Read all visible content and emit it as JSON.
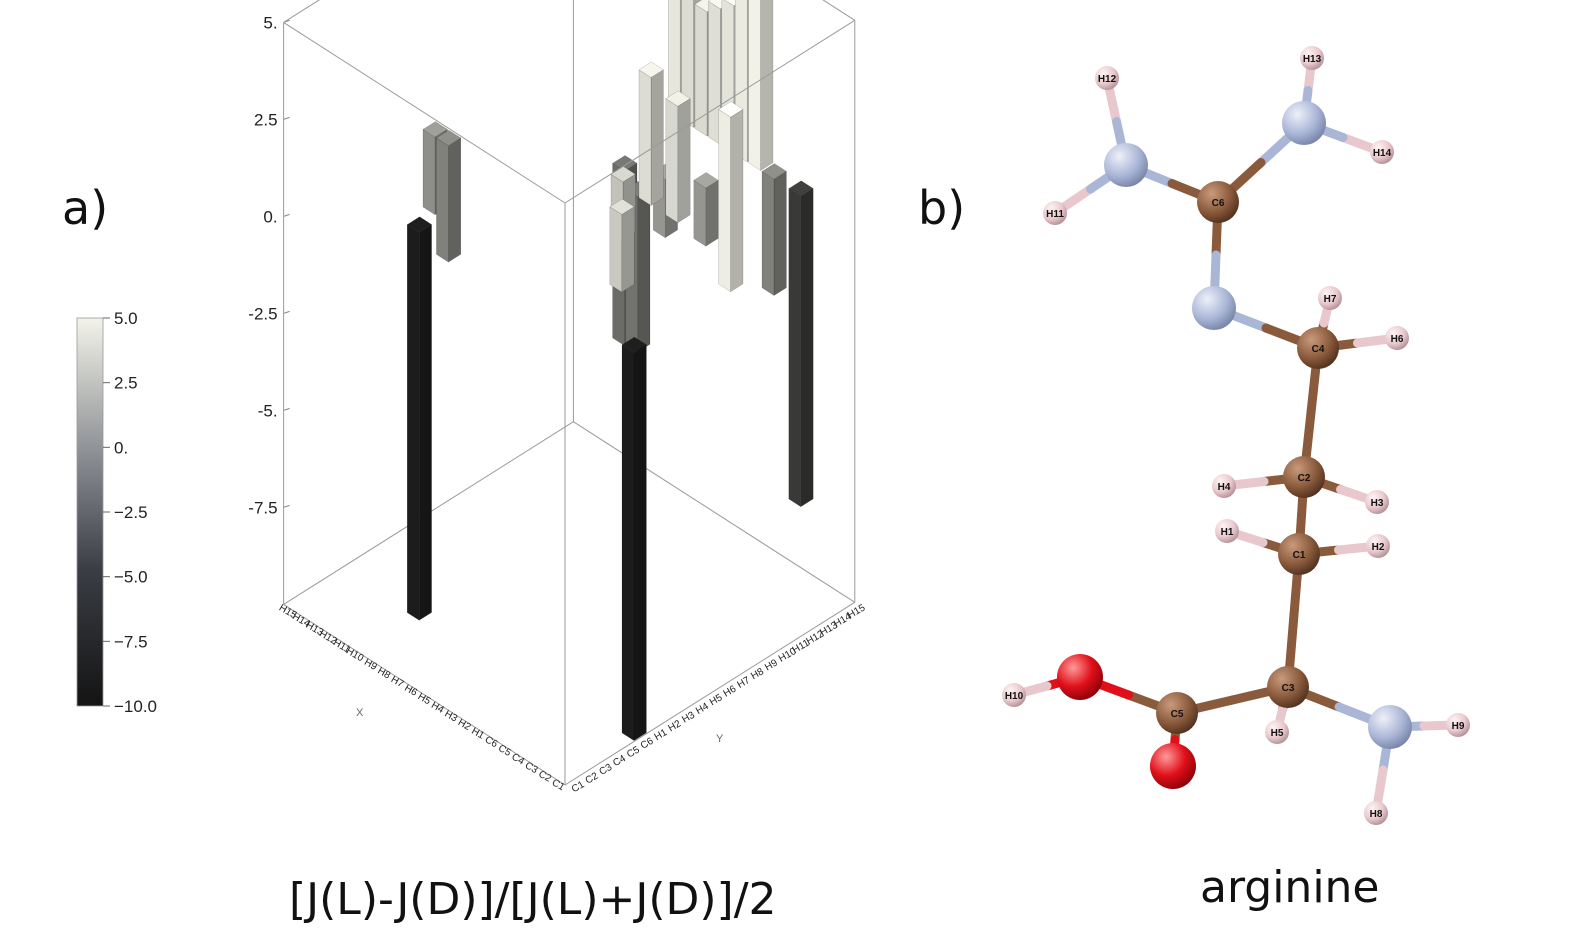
{
  "panel_a_label": "a)",
  "panel_b_label": "b)",
  "chart_caption": "[J(L)-J(D)]/[J(L)+J(D)]/2",
  "molecule_caption": "arginine",
  "colors": {
    "low": "#1c1c1c",
    "high": "#f4f4ea",
    "carbon": "#8a5a3c",
    "nitrogen": "#aab6d6",
    "oxygen": "#e0101a",
    "hydrogen": "#e8c8cc",
    "frame": "#9a9a9a"
  },
  "chart_data": {
    "type": "bar3d",
    "title": "",
    "xlabel": "X",
    "ylabel": "Y",
    "zlim": [
      -10,
      5
    ],
    "z_ticks": [
      "5.",
      "2.5",
      "0.",
      "-2.5",
      "-5.",
      "-7.5"
    ],
    "colorbar": {
      "range": [
        -10,
        5
      ],
      "ticks": [
        "5.0",
        "2.5",
        "0.",
        "−2.5",
        "−5.0",
        "−7.5",
        "−10.0"
      ],
      "gradient": "dark-to-light"
    },
    "x_categories": [
      "C1",
      "C2",
      "C3",
      "C4",
      "C5",
      "C6",
      "H1",
      "H2",
      "H3",
      "H4",
      "H5",
      "H6",
      "H7",
      "H8",
      "H9",
      "H10",
      "H11",
      "H12",
      "H13",
      "H14",
      "H15"
    ],
    "y_categories": [
      "C1",
      "C2",
      "C3",
      "C4",
      "C5",
      "C6",
      "H1",
      "H2",
      "H3",
      "H4",
      "H5",
      "H6",
      "H7",
      "H8",
      "H9",
      "H10",
      "H11",
      "H12",
      "H13",
      "H14",
      "H15"
    ],
    "bars": [
      {
        "x": "C1",
        "y": "H7",
        "value": 4.5
      },
      {
        "x": "C1",
        "y": "C6",
        "value": -10
      },
      {
        "x": "C4",
        "y": "H15",
        "value": -8
      },
      {
        "x": "C6",
        "y": "H15",
        "value": -3
      },
      {
        "x": "H1",
        "y": "H15",
        "value": 4.8
      },
      {
        "x": "H2",
        "y": "H15",
        "value": 4.3
      },
      {
        "x": "H3",
        "y": "H15",
        "value": 3.8
      },
      {
        "x": "H4",
        "y": "H15",
        "value": 3.5
      },
      {
        "x": "H5",
        "y": "H15",
        "value": 3.2
      },
      {
        "x": "H6",
        "y": "H15",
        "value": 3.3
      },
      {
        "x": "H7",
        "y": "H15",
        "value": 4.0
      },
      {
        "x": "C5",
        "y": "H3",
        "value": 2.0
      },
      {
        "x": "H2",
        "y": "H6",
        "value": 1.5
      },
      {
        "x": "H1",
        "y": "H9",
        "value": 3.0
      },
      {
        "x": "H3",
        "y": "H9",
        "value": 3.3
      },
      {
        "x": "H4",
        "y": "H11",
        "value": -1.5
      },
      {
        "x": "H4",
        "y": "H9",
        "value": -4.0
      },
      {
        "x": "H6",
        "y": "H10",
        "value": -4.5
      },
      {
        "x": "H10",
        "y": "C5",
        "value": -10
      },
      {
        "x": "H14",
        "y": "H5",
        "value": -3
      },
      {
        "x": "H15",
        "y": "H5",
        "value": -2
      },
      {
        "x": "H2",
        "y": "H12",
        "value": -1.5
      }
    ]
  },
  "molecule": {
    "atoms": [
      {
        "id": "H12",
        "el": "H"
      },
      {
        "id": "H13",
        "el": "H"
      },
      {
        "id": "H14",
        "el": "H"
      },
      {
        "id": "H11",
        "el": "H"
      },
      {
        "id": "C6",
        "el": "C"
      },
      {
        "id": "H7",
        "el": "H"
      },
      {
        "id": "C4",
        "el": "C"
      },
      {
        "id": "H6",
        "el": "H"
      },
      {
        "id": "C2",
        "el": "C"
      },
      {
        "id": "H4",
        "el": "H"
      },
      {
        "id": "H3",
        "el": "H"
      },
      {
        "id": "H1",
        "el": "H"
      },
      {
        "id": "C1",
        "el": "C"
      },
      {
        "id": "H2",
        "el": "H"
      },
      {
        "id": "H10",
        "el": "H"
      },
      {
        "id": "C5",
        "el": "C"
      },
      {
        "id": "C3",
        "el": "C"
      },
      {
        "id": "H5",
        "el": "H"
      },
      {
        "id": "H9",
        "el": "H"
      },
      {
        "id": "H8",
        "el": "H"
      }
    ]
  }
}
